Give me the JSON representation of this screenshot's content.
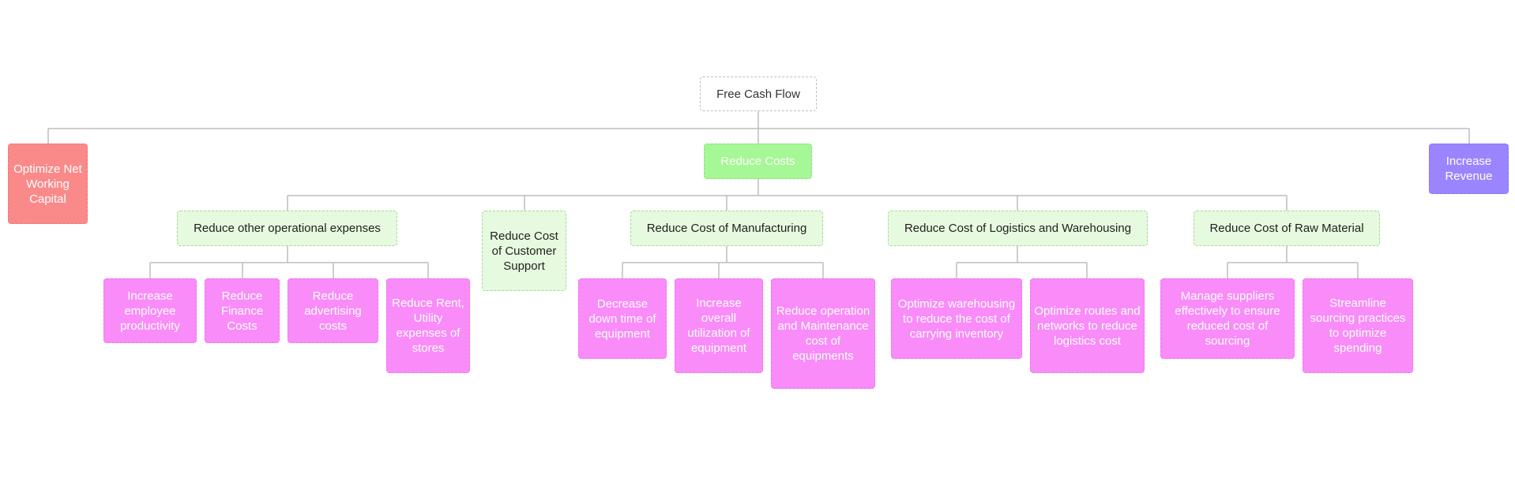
{
  "diagram": {
    "root": {
      "label": "Free Cash Flow"
    },
    "optimize": {
      "label": "Optimize Net Working Capital"
    },
    "costs": {
      "label": "Reduce Costs"
    },
    "revenue": {
      "label": "Increase Revenue"
    },
    "opex": {
      "label": "Reduce other operational expenses",
      "children": [
        "Increase employee productivity",
        "Reduce Finance Costs",
        "Reduce advertising costs",
        "Reduce Rent, Utility expenses of stores"
      ]
    },
    "support": {
      "label": "Reduce Cost of Customer Support"
    },
    "manufacturing": {
      "label": "Reduce Cost of Manufacturing",
      "children": [
        "Decrease down time of equipment",
        "Increase overall utilization of equipment",
        "Reduce operation and Maintenance cost of equipments"
      ]
    },
    "logistics": {
      "label": "Reduce Cost of Logistics and Warehousing",
      "children": [
        "Optimize warehousing to reduce the cost of carrying inventory",
        "Optimize routes and networks to reduce logistics cost"
      ]
    },
    "rawmaterial": {
      "label": "Reduce Cost of Raw Material",
      "children": [
        "Manage suppliers effectively to ensure reduced cost of sourcing",
        "Streamline sourcing practices to optimize spending"
      ]
    }
  }
}
